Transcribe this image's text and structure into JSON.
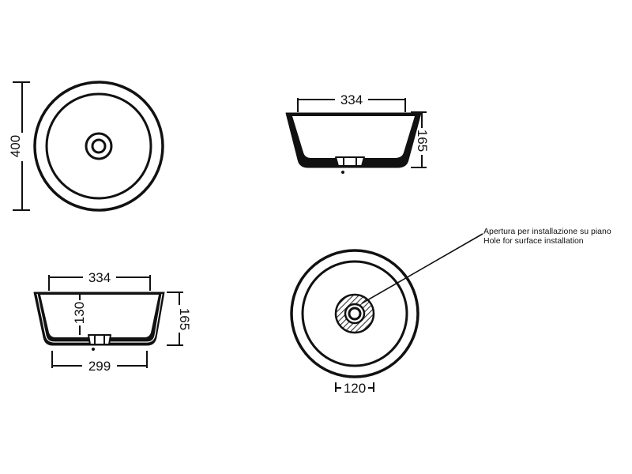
{
  "views": {
    "top": {
      "height_dim": "400"
    },
    "side": {
      "width_dim": "334",
      "height_dim": "165"
    },
    "section": {
      "top_width_dim": "334",
      "inner_height_dim": "130",
      "height_dim": "165",
      "base_width_dim": "299"
    },
    "bottom": {
      "hole_dim": "120"
    }
  },
  "note": {
    "line1": "Apertura per installazione su piano",
    "line2": "Hole for surface installation"
  },
  "colors": {
    "ink": "#111111",
    "hatch": "#555555"
  }
}
